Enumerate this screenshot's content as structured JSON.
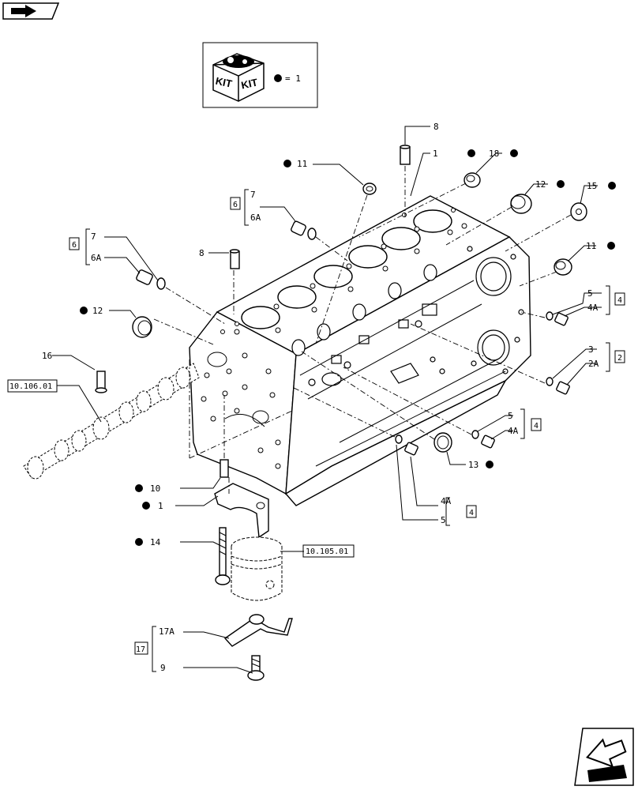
{
  "kit_legend": {
    "kit_word_1": "KIT",
    "kit_word_2": "KIT",
    "equals_text": "= 1"
  },
  "callouts": {
    "c8a": "8",
    "c1a": "1",
    "c18": "18",
    "c11a": "11",
    "c7a": "7",
    "c6a": "6",
    "c6Aa": "6A",
    "c12a": "12",
    "c15": "15",
    "c7b": "7",
    "c6b": "6",
    "c6Ab": "6A",
    "c8b": "8",
    "c11b": "11",
    "c12b": "12",
    "c5a": "5",
    "c4a": "4",
    "c4Aa": "4A",
    "c3": "3",
    "c2": "2",
    "c2A": "2A",
    "c16": "16",
    "c5b": "5",
    "c4b": "4",
    "c4Ab": "4A",
    "c13": "13",
    "c10": "10",
    "c1b": "1",
    "c14": "14",
    "c4Ac": "4A",
    "c4c": "4",
    "c5c": "5",
    "c17A": "17A",
    "c17": "17",
    "c9": "9"
  },
  "references": {
    "ref_camshaft": "10.106.01",
    "ref_piston": "10.105.01"
  },
  "icons": [
    "back-arrow-icon",
    "kit-icon",
    "next-arrow-icon",
    "bullet-dot"
  ]
}
